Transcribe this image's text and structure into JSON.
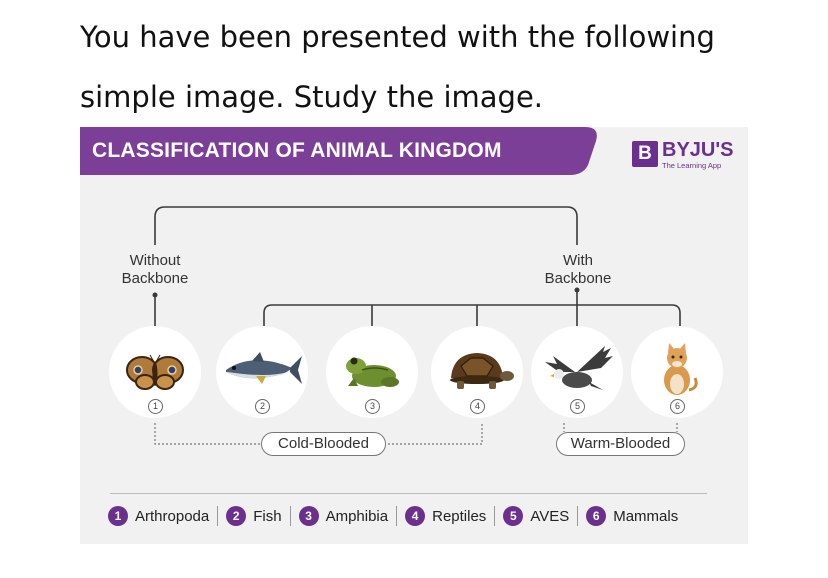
{
  "prompt": {
    "line1": "You have been presented with the following",
    "line2": "simple image. Study the image."
  },
  "banner": {
    "title": "CLASSIFICATION OF ANIMAL KINGDOM",
    "color": "#7b3f98"
  },
  "logo": {
    "mark": "B",
    "name": "BYJU'S",
    "tagline": "The Learning App",
    "color": "#6b2f8e"
  },
  "tree": {
    "without_backbone": "Without\nBackbone",
    "with_backbone": "With\nBackbone"
  },
  "animals": [
    {
      "number": "1",
      "icon": "butterfly-icon"
    },
    {
      "number": "2",
      "icon": "fish-icon"
    },
    {
      "number": "3",
      "icon": "frog-icon"
    },
    {
      "number": "4",
      "icon": "turtle-icon"
    },
    {
      "number": "5",
      "icon": "eagle-icon"
    },
    {
      "number": "6",
      "icon": "cat-icon"
    }
  ],
  "groups": {
    "cold": "Cold-Blooded",
    "warm": "Warm-Blooded"
  },
  "legend": [
    {
      "number": "1",
      "label": "Arthropoda"
    },
    {
      "number": "2",
      "label": "Fish"
    },
    {
      "number": "3",
      "label": "Amphibia"
    },
    {
      "number": "4",
      "label": "Reptiles"
    },
    {
      "number": "5",
      "label": "AVES"
    },
    {
      "number": "6",
      "label": "Mammals"
    }
  ]
}
